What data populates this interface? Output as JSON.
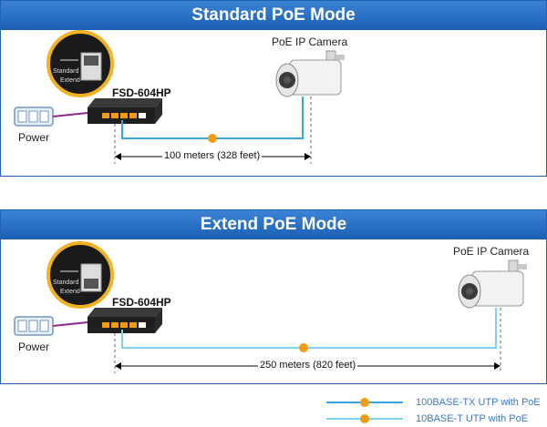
{
  "colors": {
    "header_blue": "#1f63b2",
    "cable_tx": "#35a4e0",
    "cable_t": "#7fd1f2",
    "poe_badge": "#f39c12",
    "power_line": "#8e2a8e"
  },
  "icons": [
    "power-strip-icon",
    "poe-switch-icon",
    "ip-camera-icon",
    "mode-switch-icon",
    "poe-badge-icon"
  ],
  "standard": {
    "title": "Standard PoE Mode",
    "device": "FSD-604HP",
    "camera": "PoE IP Camera",
    "power": "Power",
    "distance": "100 meters (328 feet)",
    "switch_opt1": "Standard",
    "switch_opt2": "Extend",
    "selected_position": "Standard"
  },
  "extend": {
    "title": "Extend PoE Mode",
    "device": "FSD-604HP",
    "camera": "PoE IP Camera",
    "power": "Power",
    "distance": "250 meters (820 feet)",
    "switch_opt1": "Standard",
    "switch_opt2": "Extend",
    "selected_position": "Extend"
  },
  "legend": {
    "item1": "100BASE-TX UTP with PoE",
    "item2": "10BASE-T UTP with PoE",
    "badge": "PoE"
  }
}
